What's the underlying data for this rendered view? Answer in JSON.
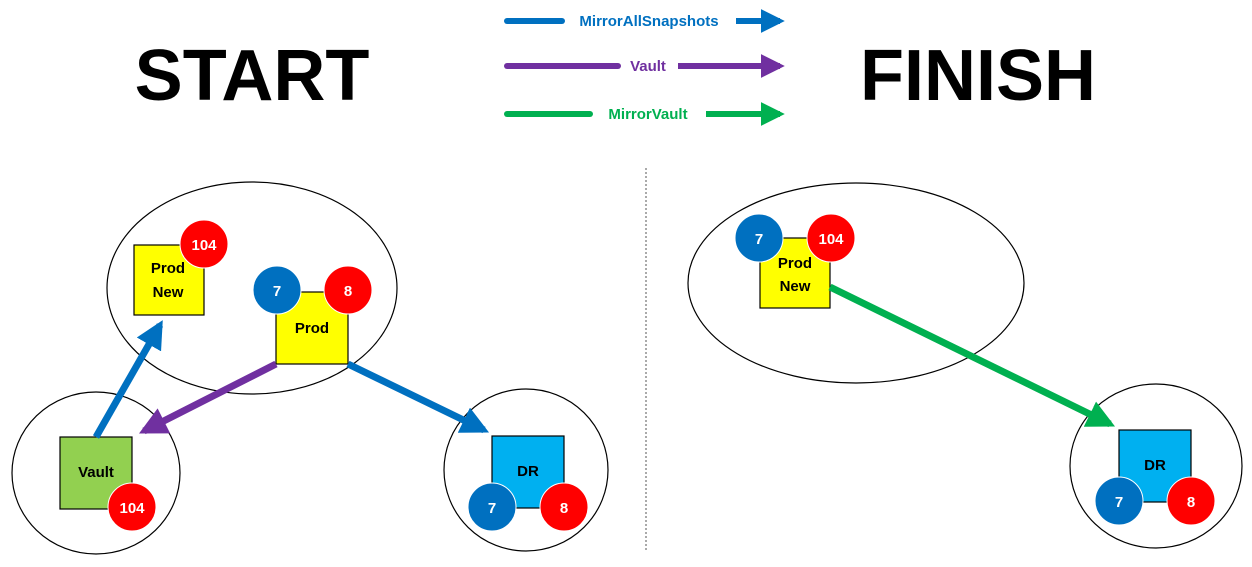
{
  "titles": {
    "start": "START",
    "finish": "FINISH"
  },
  "legend": [
    {
      "label": "MirrorAllSnapshots",
      "color": "#0070C0"
    },
    {
      "label": "Vault",
      "color": "#7030A0"
    },
    {
      "label": "MirrorVault",
      "color": "#00B050"
    }
  ],
  "colors": {
    "prod_yellow": "#FFFF00",
    "vault_green": "#92D050",
    "dr_blue": "#00B0F0",
    "snapshot_blue": "#0070C0",
    "snapshot_red": "#FF0000"
  },
  "start": {
    "prod_new": {
      "label_line1": "Prod",
      "label_line2": "New",
      "snapshots": [
        "104"
      ]
    },
    "prod": {
      "label": "Prod",
      "snapshots": [
        "7",
        "8"
      ]
    },
    "vault": {
      "label": "Vault",
      "snapshots": [
        "104"
      ]
    },
    "dr": {
      "label": "DR",
      "snapshots": [
        "7",
        "8"
      ]
    }
  },
  "finish": {
    "prod_new": {
      "label_line1": "Prod",
      "label_line2": "New",
      "snapshots": [
        "7",
        "104"
      ]
    },
    "dr": {
      "label": "DR",
      "snapshots": [
        "7",
        "8"
      ]
    }
  }
}
